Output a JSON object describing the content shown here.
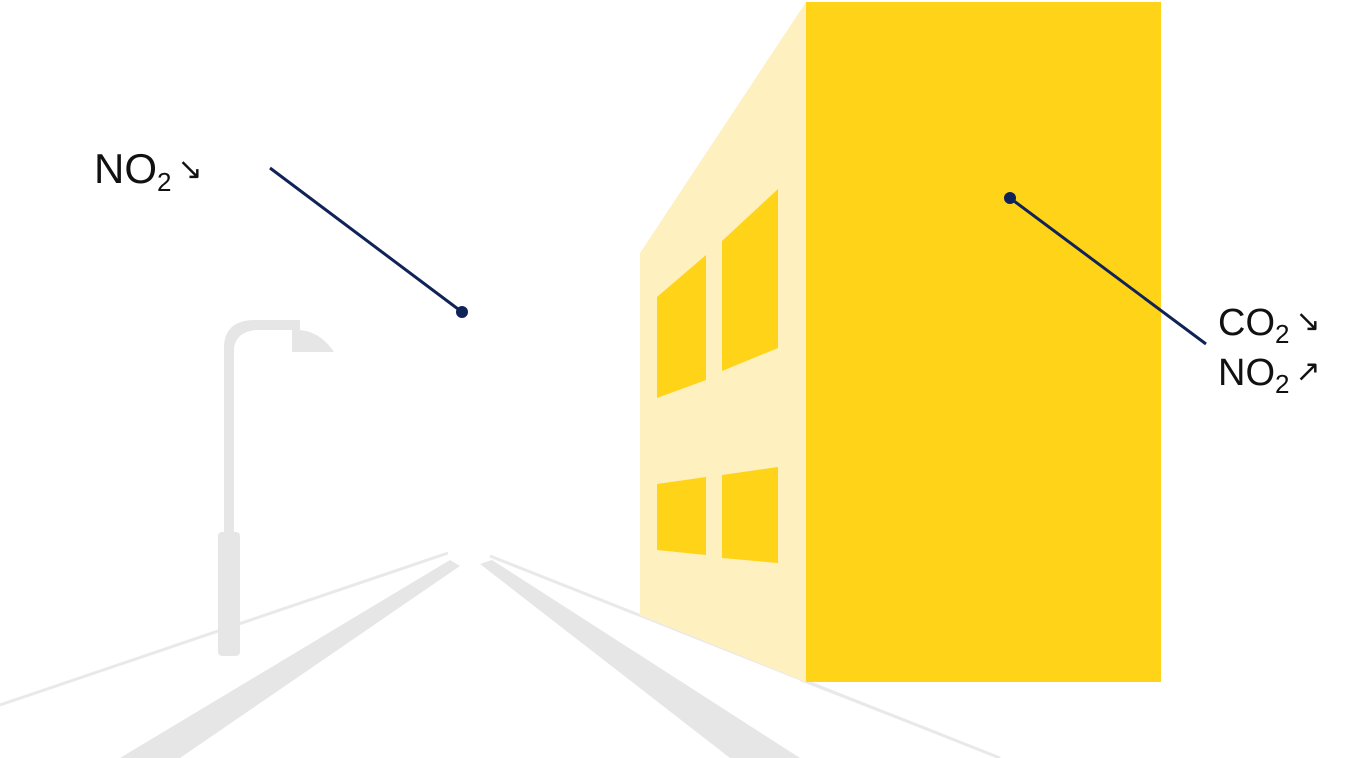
{
  "outdoor_label": {
    "formula_main": "NO",
    "formula_sub": "2",
    "arrow": "↘"
  },
  "indoor_labels": [
    {
      "formula_main": "CO",
      "formula_sub": "2",
      "arrow": "↘"
    },
    {
      "formula_main": "NO",
      "formula_sub": "2",
      "arrow": "↗"
    }
  ],
  "colors": {
    "building_front": "#FFD317",
    "building_side": "#FFF0BF",
    "window": "#FFD317",
    "callout": "#0F2358",
    "street": "#E6E6E6",
    "text": "#111111"
  }
}
